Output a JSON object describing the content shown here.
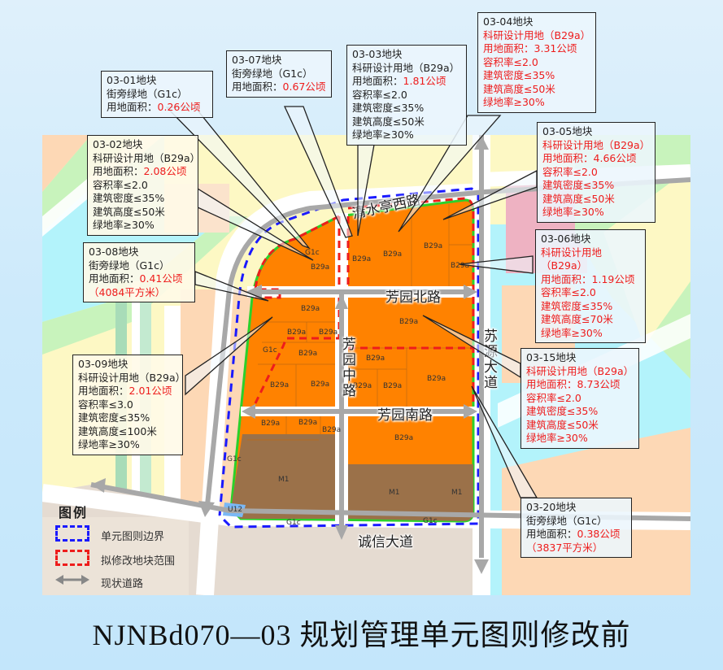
{
  "caption": "NJNBd070—03 规划管理单元图则修改前",
  "colors": {
    "b29a_orange": "#ff8200",
    "m1_brown": "#9b7149",
    "u12_blue": "#7ab8f5",
    "green_edge": "#2bd12b",
    "boundary_blue": "#1a1aff",
    "modify_red": "#ee1c1c",
    "road_gray": "#a8a8a8",
    "water": "#b3f3fb",
    "residential_yellow": "#fdf8b9",
    "peach": "#fdd8b5",
    "pink": "#eeb2c2",
    "light_green": "#c8f3bc"
  },
  "roads": {
    "qingshuiting_west": "清水亭西路",
    "fangyuan_north": "芳园北路",
    "fangyuan_middle": "芳园中路",
    "fangyuan_south": "芳园南路",
    "suyuan_avenue": "苏源大道",
    "chengxin_avenue": "诚信大道"
  },
  "parcel_codes": {
    "b29a": "B29a",
    "m1": "M1",
    "g1c": "G1c",
    "u12": "U12"
  },
  "callouts": [
    {
      "id": "03-01",
      "title": "03-01地块",
      "type": "街旁绿地（G1c）",
      "area_label": "用地面积：",
      "area": "0.26公顷"
    },
    {
      "id": "03-07",
      "title": "03-07地块",
      "type": "街旁绿地（G1c）",
      "area_label": "用地面积：",
      "area": "0.67公顷"
    },
    {
      "id": "03-03",
      "title": "03-03地块",
      "type": "科研设计用地（B29a）",
      "area_label": "用地面积：",
      "area": "1.81公顷",
      "far": "容积率≤2.0",
      "density": "建筑密度≤35%",
      "height": "建筑高度≤50米",
      "green": "绿地率≥30%"
    },
    {
      "id": "03-04",
      "title": "03-04地块",
      "type": "科研设计用地（B29a）",
      "area_label": "用地面积：",
      "area": "3.31公顷",
      "far": "容积率≤2.0",
      "density": "建筑密度≤35%",
      "height": "建筑高度≤50米",
      "green": "绿地率≥30%"
    },
    {
      "id": "03-02",
      "title": "03-02地块",
      "type": "科研设计用地（B29a）",
      "area_label": "用地面积：",
      "area": "2.08公顷",
      "far": "容积率≤2.0",
      "density": "建筑密度≤35%",
      "height": "建筑高度≤50米",
      "green": "绿地率≥30%"
    },
    {
      "id": "03-05",
      "title": "03-05地块",
      "type": "科研设计用地（B29a）",
      "area_label": "用地面积：",
      "area": "4.66公顷",
      "far": "容积率≤2.0",
      "density": "建筑密度≤35%",
      "height": "建筑高度≤50米",
      "green": "绿地率≥30%"
    },
    {
      "id": "03-08",
      "title": "03-08地块",
      "type": "街旁绿地（G1c）",
      "area_label": "用地面积：",
      "area": "0.41公顷",
      "area_sqm": "（4084平方米）"
    },
    {
      "id": "03-06",
      "title": "03-06地块",
      "type_a": "科研设计用地",
      "type_b": "（B29a）",
      "area_label": "用地面积：",
      "area": "1.19公顷",
      "far": "容积率≤2.0",
      "density": "建筑密度≤35%",
      "height": "建筑高度≤70米",
      "green": "绿地率≥30%"
    },
    {
      "id": "03-09",
      "title": "03-09地块",
      "type": "科研设计用地（B29a）",
      "area_label": "用地面积：",
      "area": "2.01公顷",
      "far": "容积率≤3.0",
      "density": "建筑密度≤35%",
      "height": "建筑高度≤100米",
      "green": "绿地率≥30%"
    },
    {
      "id": "03-15",
      "title": "03-15地块",
      "type": "科研设计用地（B29a）",
      "area_label": "用地面积：",
      "area": "8.73公顷",
      "far": "容积率≤2.0",
      "density": "建筑密度≤35%",
      "height": "建筑高度≤50米",
      "green": "绿地率≥30%"
    },
    {
      "id": "03-20",
      "title": "03-20地块",
      "type": "街旁绿地（G1c）",
      "area_label": "用地面积：",
      "area": "0.38公顷",
      "area_sqm": "（3837平方米）"
    }
  ],
  "legend": {
    "title": "图例",
    "items": [
      {
        "label": "单元图则边界",
        "style": "blue-dashed-box"
      },
      {
        "label": "拟修改地块范围",
        "style": "red-dashed-box"
      },
      {
        "label": "现状道路",
        "style": "gray-double-arrow"
      }
    ]
  }
}
